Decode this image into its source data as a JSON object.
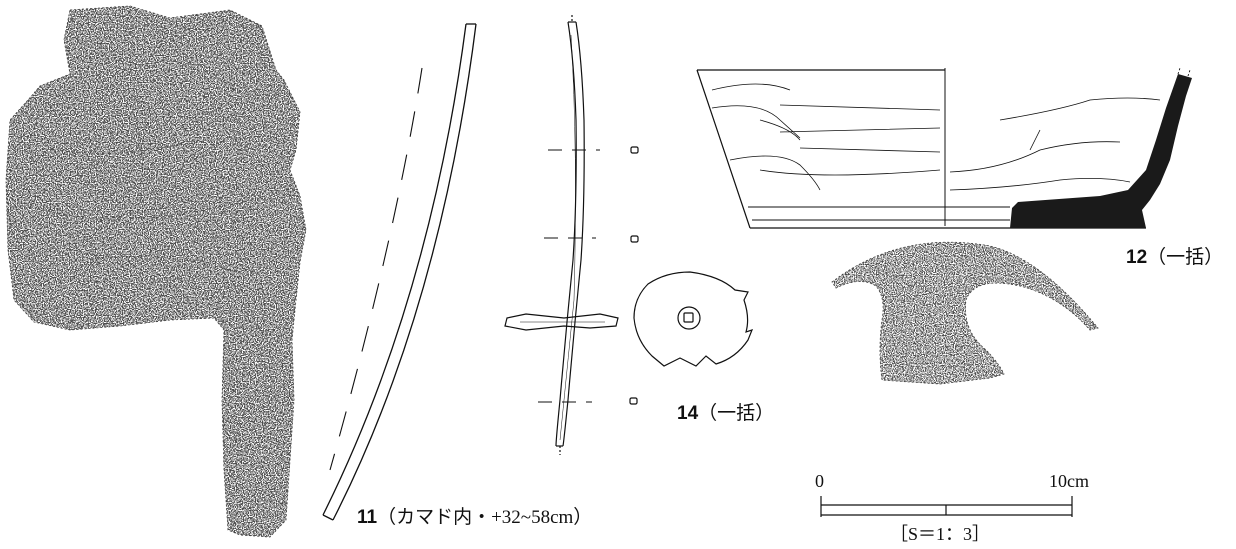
{
  "figures": {
    "fig11": {
      "number": "11",
      "note": "（カマド内・+32~58cm）"
    },
    "fig12": {
      "number": "12",
      "note": "（一括）"
    },
    "fig14": {
      "number": "14",
      "note": "（一括）"
    }
  },
  "scale_bar": {
    "start_label": "0",
    "end_label": "10cm",
    "ratio_label": "［S＝1：3］"
  },
  "colors": {
    "ink": "#111111",
    "section_fill": "#1a1a1a"
  }
}
